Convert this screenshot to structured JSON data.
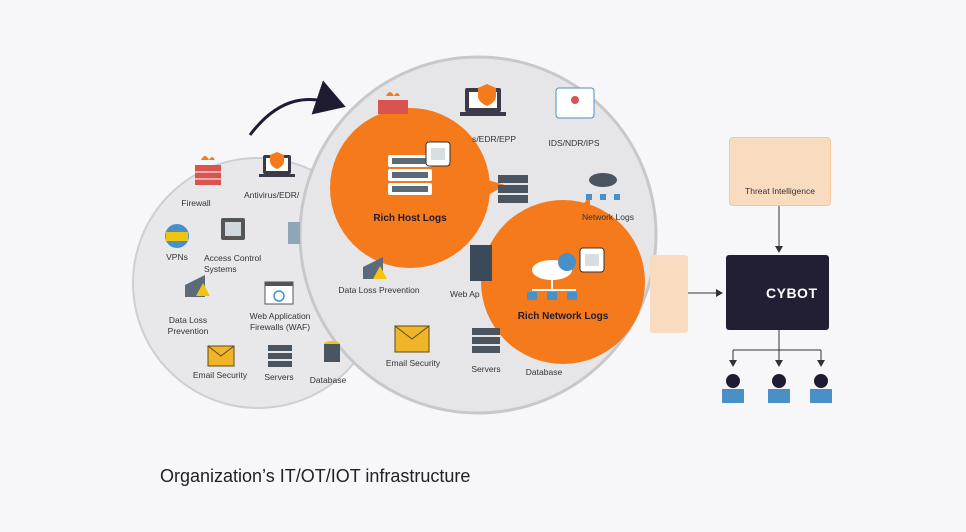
{
  "diagram": {
    "caption": "Organization’s IT/OT/IOT infrastructure",
    "back_circle_labels": {
      "firewall": "Firewall",
      "antivirus": "Antivirus/EDR/",
      "vpns": "VPNs",
      "access_control": "Access Control Systems",
      "dlp": "Data Loss Prevention",
      "waf": "Web Application Firewalls (WAF)",
      "email_security": "Email Security",
      "servers": "Servers",
      "database": "Database"
    },
    "front_circle_labels": {
      "antivirus": "s/EDR/EPP",
      "ids": "IDS/NDR/IPS",
      "network": "Network Logs",
      "dlp": "Data Loss Prevention",
      "web_app": "Web Ap",
      "email_security": "Email Security",
      "servers": "Servers",
      "database": "Database"
    },
    "callouts": {
      "host": "Rich Host Logs",
      "network": "Rich Network Logs"
    },
    "threat_intelligence": "Threat Intelligence",
    "cybot": "CYBOT",
    "colors": {
      "orange": "#f47a1c",
      "peach": "#f9dcc0",
      "dark": "#221f35",
      "circle_fill": "#e6e6e8"
    }
  }
}
